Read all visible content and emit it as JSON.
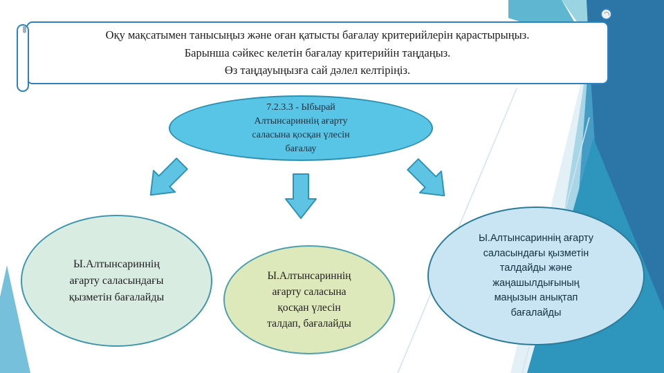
{
  "slide": {
    "header": {
      "lines": [
        "Оқу мақсатымен танысыңыз және оған қатысты бағалау критерийлерін қарастырыңыз.",
        "Барынша сәйкес келетін бағалау критерийін таңдаңыз.",
        "Өз таңдауыңызға сай дәлел келтіріңіз."
      ]
    },
    "diagram": {
      "root": {
        "lines": [
          "7.2.3.3 - Ыбырай",
          "Алтынсариннің ағарту",
          "саласына қосқан үлесін",
          "бағалау"
        ]
      },
      "nodes": {
        "left": {
          "lines": [
            "Ы.Алтынсариннің",
            "ағарту саласындағы",
            "қызметін бағалайды"
          ]
        },
        "middle": {
          "lines": [
            "Ы.Алтынсариннің",
            "ағарту саласына",
            "қосқан үлесін",
            "талдап, бағалайды"
          ]
        },
        "right": {
          "lines": [
            "Ы.Алтынсариннің ағарту",
            "саласындағы қызметін",
            "талдайды және",
            "жаңашылдығының",
            "маңызын анықтап",
            "бағалайды"
          ]
        }
      }
    },
    "colors": {
      "header_border": "#2F80BE",
      "root_fill": "#58C5E6",
      "left_fill": "#D8ECE2",
      "middle_fill": "#DDE9BA",
      "right_fill": "#C9E5F3",
      "arrow_fill": "#5FC4E4",
      "shape_outline": "#2C8FB0"
    }
  }
}
